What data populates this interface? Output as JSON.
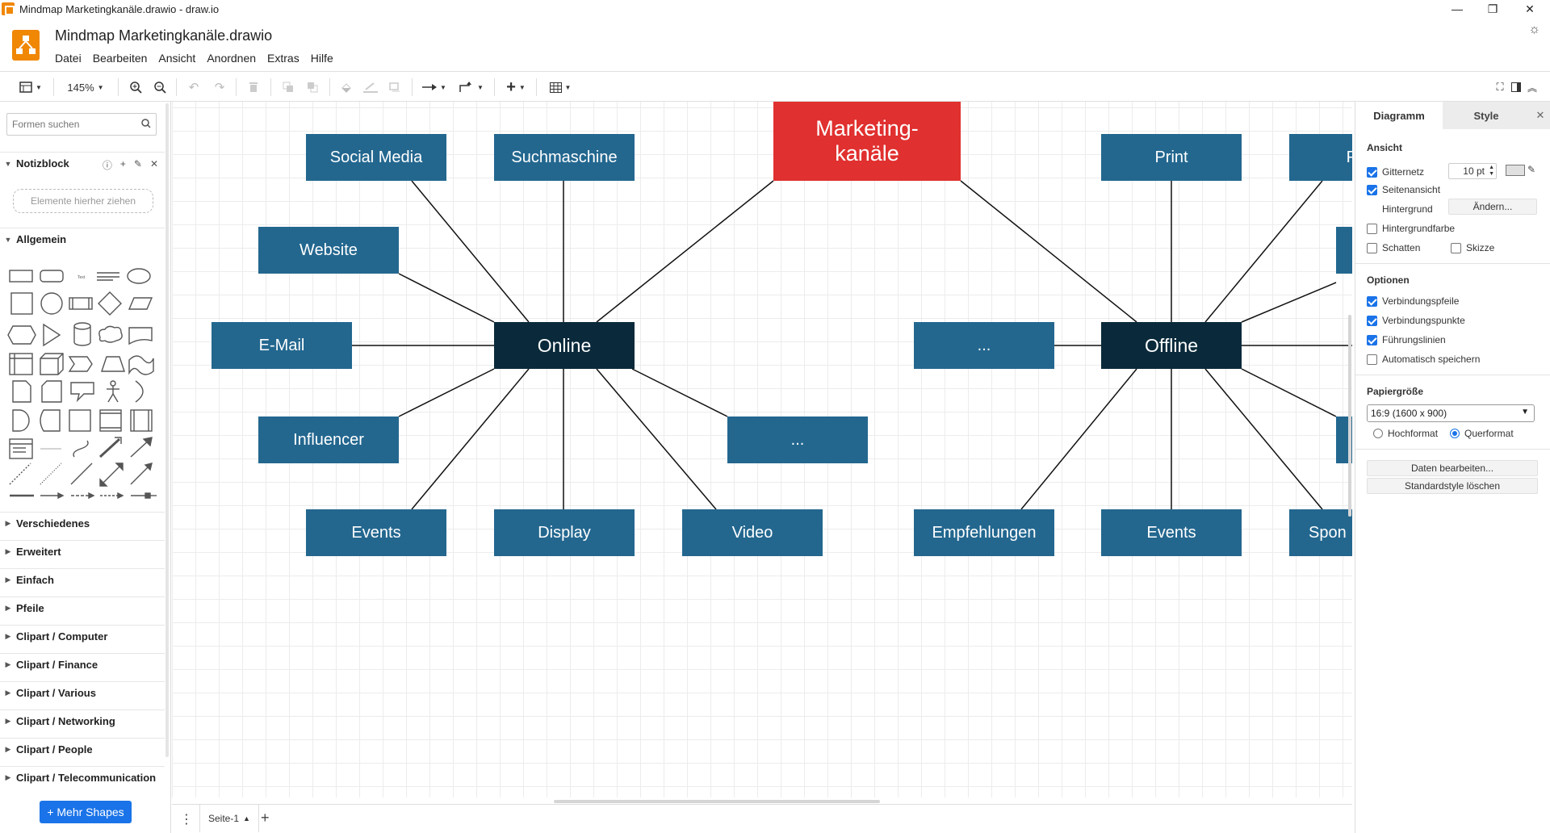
{
  "window": {
    "title": "Mindmap Marketingkanäle.drawio - draw.io",
    "minimize": "—",
    "maximize": "❐",
    "close": "✕"
  },
  "header": {
    "doc_title": "Mindmap Marketingkanäle.drawio",
    "menu": [
      "Datei",
      "Bearbeiten",
      "Ansicht",
      "Anordnen",
      "Extras",
      "Hilfe"
    ]
  },
  "toolbar": {
    "zoom": "145%"
  },
  "sidebar": {
    "search_placeholder": "Formen suchen",
    "notizblock": "Notizblock",
    "dropzone": "Elemente hierher ziehen",
    "allgemein": "Allgemein",
    "sections": [
      "Verschiedenes",
      "Erweitert",
      "Einfach",
      "Pfeile",
      "Clipart / Computer",
      "Clipart / Finance",
      "Clipart / Various",
      "Clipart / Networking",
      "Clipart / People",
      "Clipart / Telecommunication"
    ],
    "more_shapes": "+ Mehr Shapes"
  },
  "diagram": {
    "root": "Marketing-\nkanäle",
    "online": "Online",
    "offline": "Offline",
    "online_children": [
      "Social Media",
      "Suchmaschine",
      "Website",
      "E-Mail",
      "Influencer",
      "Events",
      "Display",
      "Video",
      "..."
    ],
    "offline_children": [
      "Print",
      "...",
      "Empfehlungen",
      "Events",
      "Spon"
    ],
    "offline_cut_right": "P"
  },
  "bottom": {
    "page_tab": "Seite-1"
  },
  "panel": {
    "tab_diagram": "Diagramm",
    "tab_style": "Style",
    "ansicht": "Ansicht",
    "gitternetz": "Gitternetz",
    "grid_size": "10 pt",
    "seitenansicht": "Seitenansicht",
    "hintergrund": "Hintergrund",
    "aendern": "Ändern...",
    "hintergrundfarbe": "Hintergrundfarbe",
    "schatten": "Schatten",
    "skizze": "Skizze",
    "optionen": "Optionen",
    "verbindungspfeile": "Verbindungspfeile",
    "verbindungspunkte": "Verbindungspunkte",
    "fuehrungslinien": "Führungslinien",
    "autosave": "Automatisch speichern",
    "papiergroesse": "Papiergröße",
    "paper": "16:9 (1600 x 900)",
    "hochformat": "Hochformat",
    "querformat": "Querformat",
    "daten_bearbeiten": "Daten bearbeiten...",
    "standardstyle": "Standardstyle löschen"
  },
  "colors": {
    "node_blue": "#23678f",
    "node_dark": "#0a2a3b",
    "root_red": "#e0302f",
    "accent": "#1a73e8",
    "logo": "#f08705"
  }
}
